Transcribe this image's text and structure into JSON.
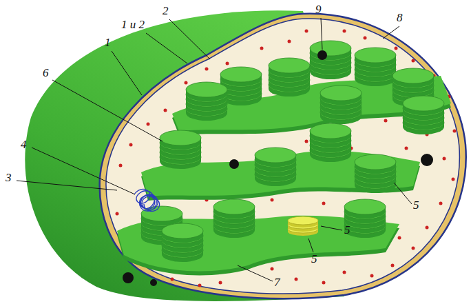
{
  "diagram": {
    "labels": [
      "1 и 2",
      "2",
      "9",
      "8",
      "1",
      "6",
      "4",
      "3",
      "5",
      "5",
      "5",
      "7"
    ]
  }
}
